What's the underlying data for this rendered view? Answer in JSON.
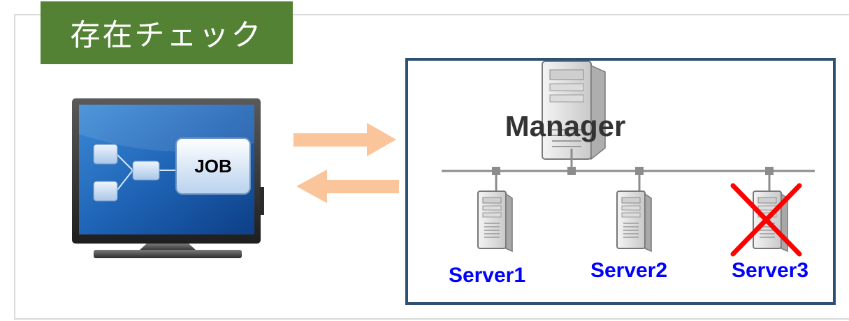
{
  "title": "存在チェック",
  "job_label": "JOB",
  "manager_label": "Manager",
  "servers": [
    {
      "label": "Server1",
      "status": "ok"
    },
    {
      "label": "Server2",
      "status": "ok"
    },
    {
      "label": "Server3",
      "status": "failed"
    }
  ],
  "colors": {
    "title_bg": "#548235",
    "arrow": "#fbc59c",
    "network_box_border": "#2f5072",
    "server_label": "#0000ff",
    "failure_mark": "#ff0000"
  },
  "icons": {
    "client": "monitor-icon",
    "manager": "server-tower-icon",
    "server": "server-tower-icon",
    "failure": "red-x-icon"
  }
}
